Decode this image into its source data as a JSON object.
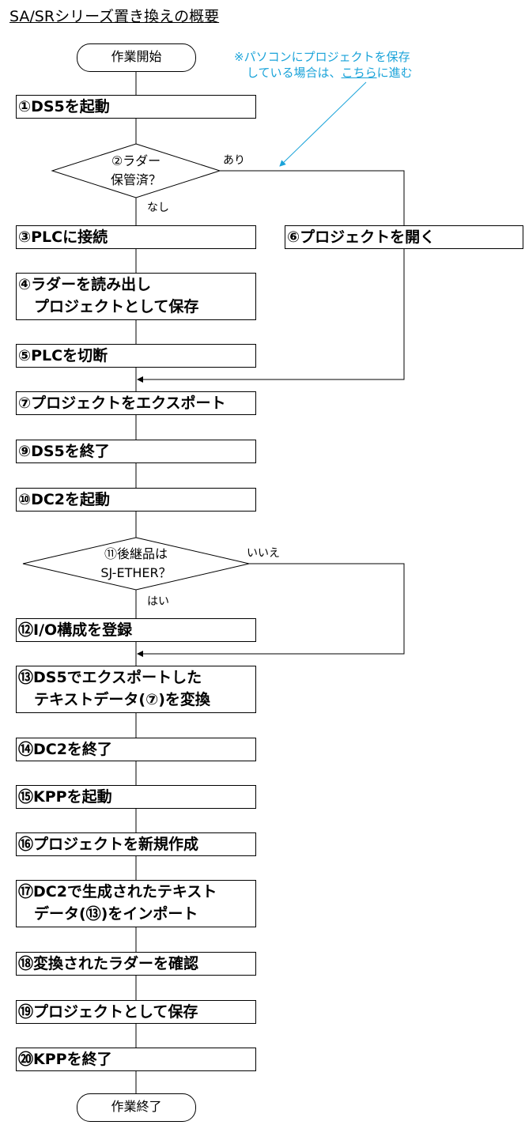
{
  "title": "SA/SRシリーズ置き換えの概要",
  "start": "作業開始",
  "end": "作業終了",
  "note": {
    "line1": "※パソコンにプロジェクトを保存",
    "line2_prefix": "している場合は、",
    "line2_link": "こちら",
    "line2_suffix": "に進む"
  },
  "decision2": {
    "line1": "②ラダー",
    "line2": "保管済？",
    "yes": "あり",
    "no": "なし"
  },
  "decision11": {
    "line1": "⑪後継品は",
    "line2": "SJ-ETHER？",
    "yes": "はい",
    "no": "いいえ"
  },
  "steps": {
    "s1": "①DS5を起動",
    "s3": "③PLCに接続",
    "s4a": "④ラダーを読み出し",
    "s4b": "プロジェクトとして保存",
    "s5": "⑤PLCを切断",
    "s6": "⑥プロジェクトを開く",
    "s7": "⑦プロジェクトをエクスポート",
    "s9": "⑨DS5を終了",
    "s10": "⑩DC2を起動",
    "s12": "⑫I/O構成を登録",
    "s13a": "⑬DS5でエクスポートした",
    "s13b": "テキストデータ(⑦)を変換",
    "s14": "⑭DC2を終了",
    "s15": "⑮KPPを起動",
    "s16": "⑯プロジェクトを新規作成",
    "s17a": "⑰DC2で生成されたテキスト",
    "s17b": "データ(⑬)をインポート",
    "s18": "⑱変換されたラダーを確認",
    "s19": "⑲プロジェクトとして保存",
    "s20": "⑳KPPを終了"
  }
}
